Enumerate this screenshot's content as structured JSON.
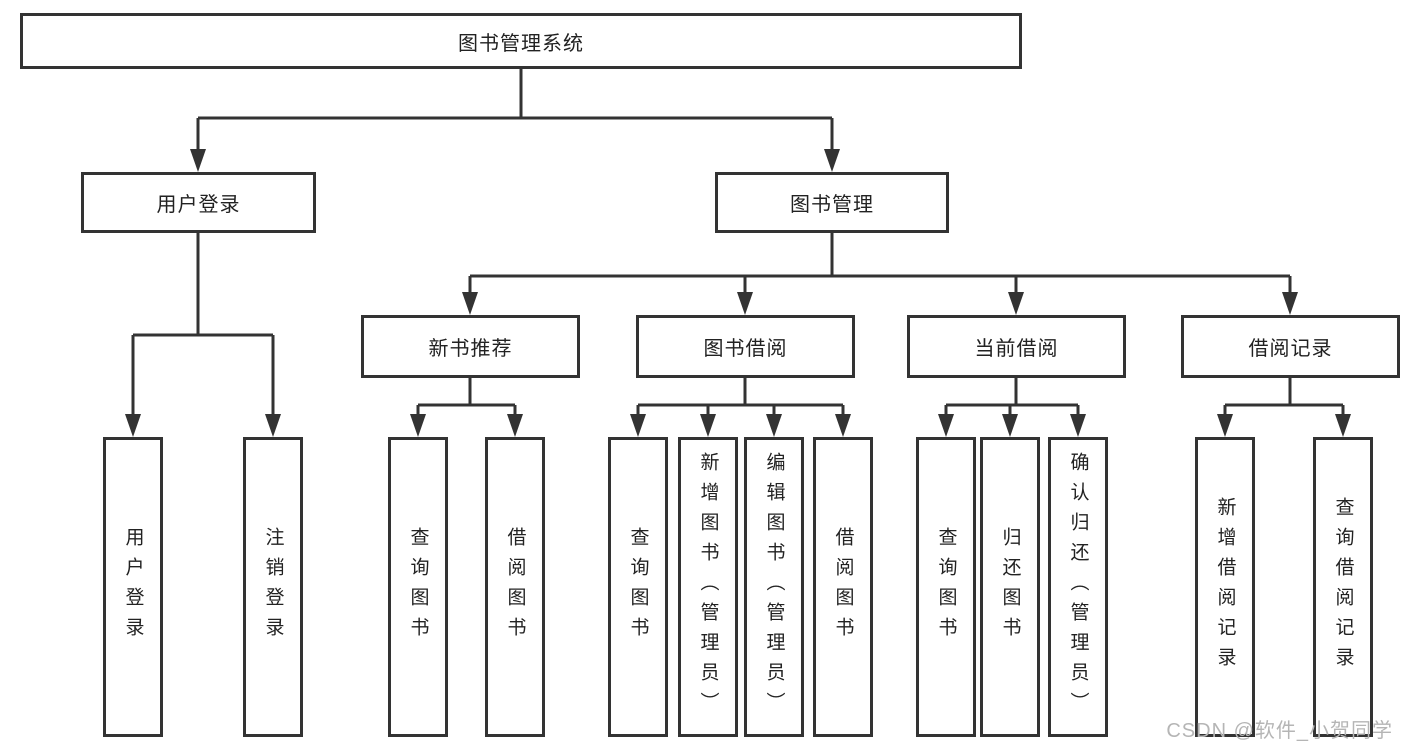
{
  "diagram": {
    "root_label": "图书管理系统",
    "branches": [
      {
        "label": "用户登录",
        "children": [
          {
            "label": "用户登录"
          },
          {
            "label": "注销登录"
          }
        ]
      },
      {
        "label": "图书管理",
        "children": [
          {
            "label": "新书推荐",
            "children": [
              {
                "label": "查询图书"
              },
              {
                "label": "借阅图书"
              }
            ]
          },
          {
            "label": "图书借阅",
            "children": [
              {
                "label": "查询图书"
              },
              {
                "label": "新增图书（管理员）"
              },
              {
                "label": "编辑图书（管理员）"
              },
              {
                "label": "借阅图书"
              }
            ]
          },
          {
            "label": "当前借阅",
            "children": [
              {
                "label": "查询图书"
              },
              {
                "label": "归还图书"
              },
              {
                "label": "确认归还（管理员）"
              }
            ]
          },
          {
            "label": "借阅记录",
            "children": [
              {
                "label": "新增借阅记录"
              },
              {
                "label": "查询借阅记录"
              }
            ]
          }
        ]
      }
    ]
  },
  "watermark": "CSDN @软件_小贺同学",
  "colors": {
    "line": "#333333",
    "text": "#222222",
    "watermark": "#b5b5b5",
    "background": "#ffffff"
  }
}
